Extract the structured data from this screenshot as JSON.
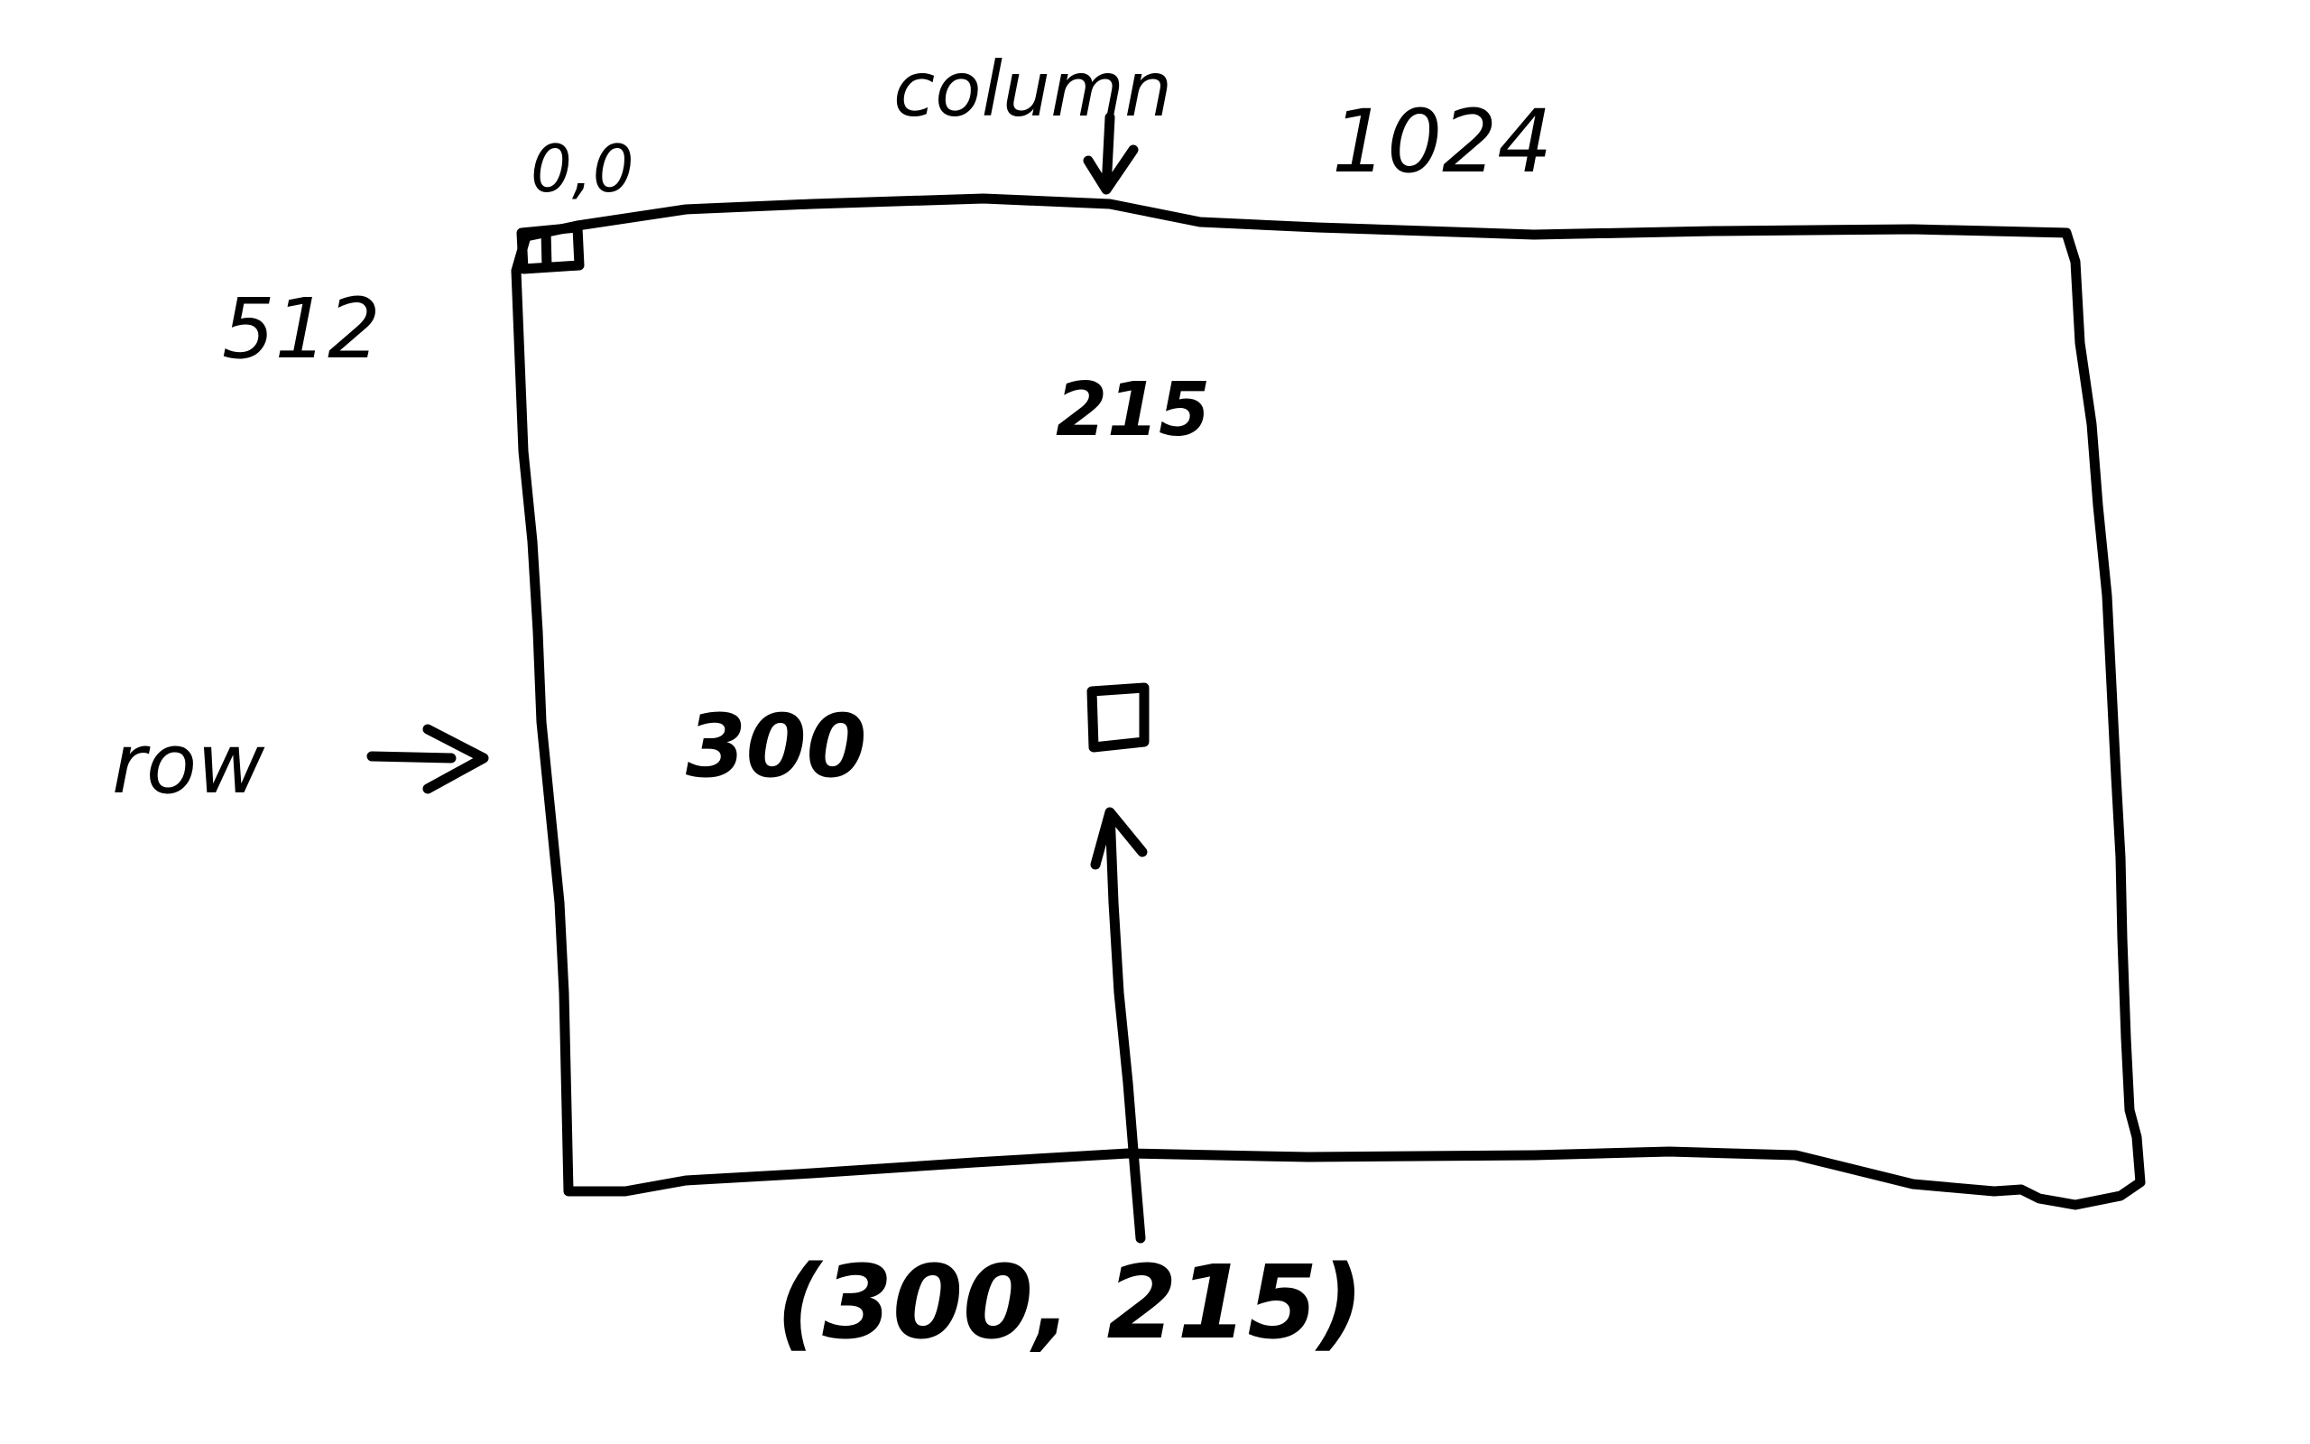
{
  "diagram": {
    "labels": {
      "origin": "0,0",
      "column_label": "column",
      "width": "1024",
      "height": "512",
      "row_label": "row",
      "row_value": "300",
      "column_value": "215",
      "coordinate": "(300, 215)"
    },
    "colors": {
      "ink": "#000000",
      "paper": "#ffffff"
    }
  }
}
